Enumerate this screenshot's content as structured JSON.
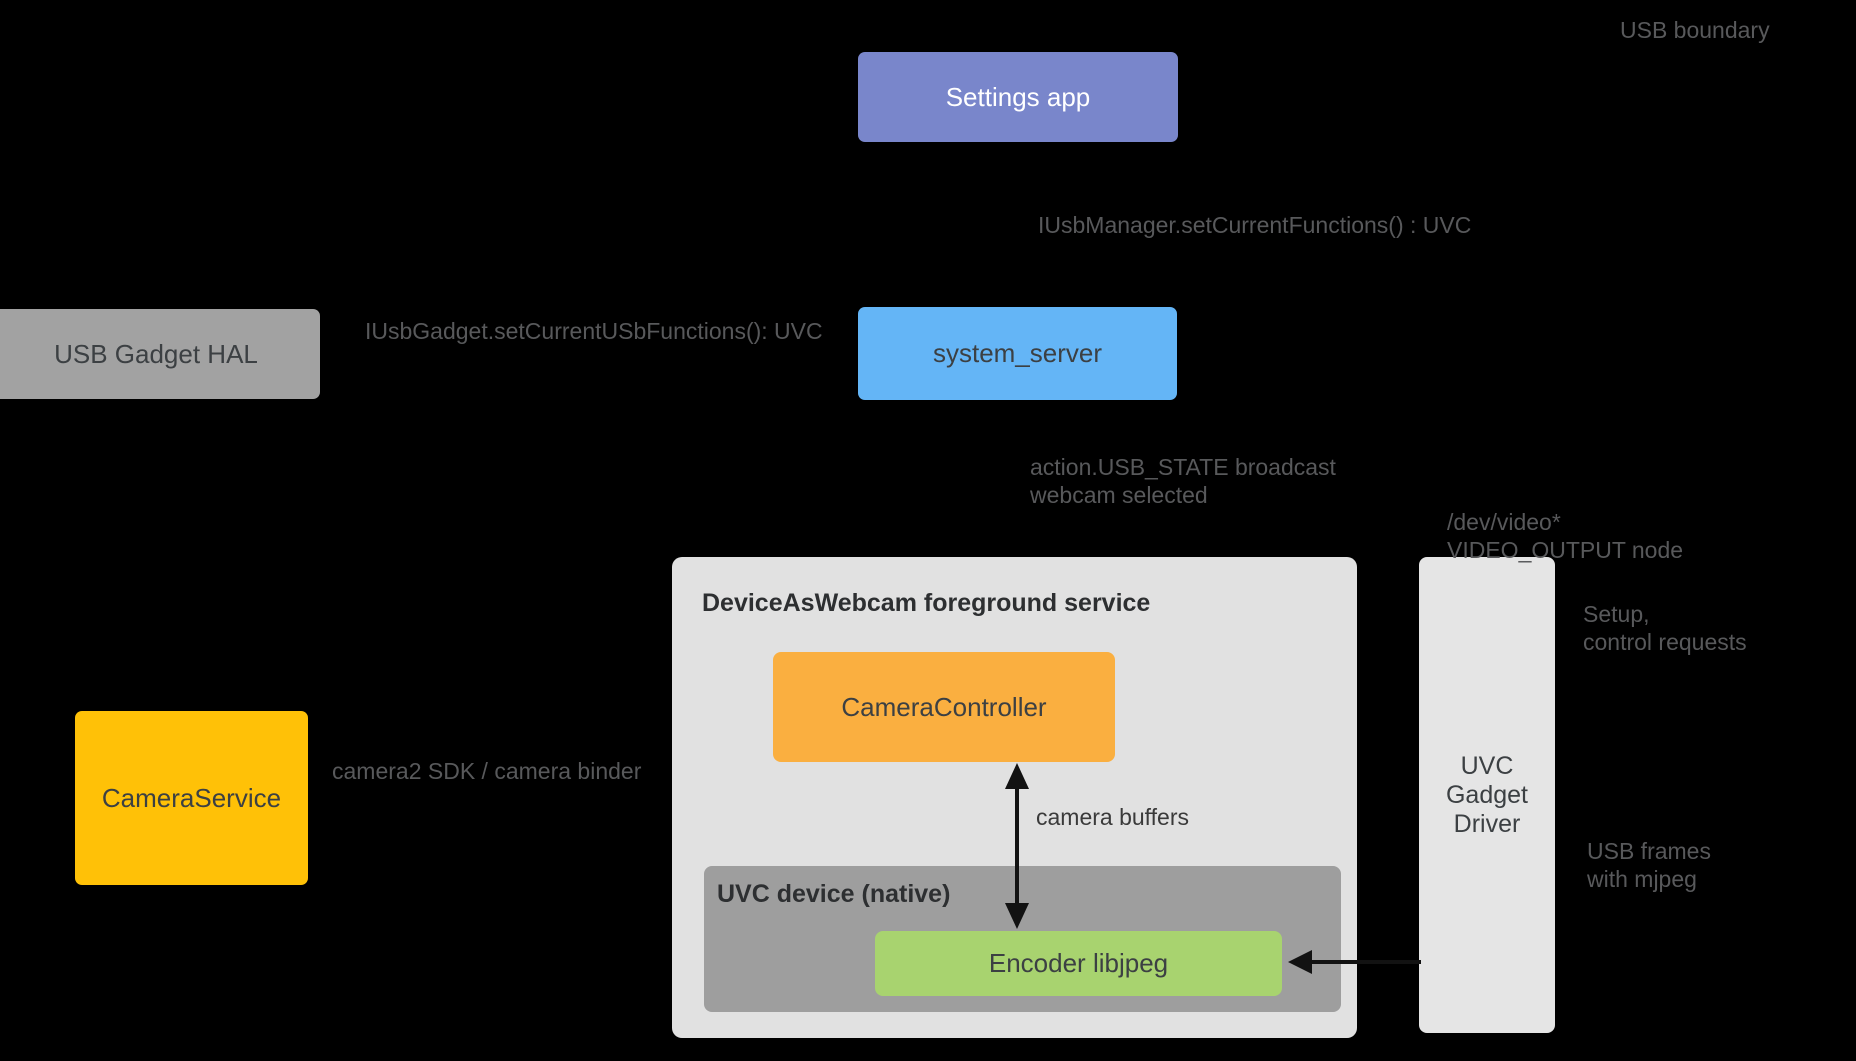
{
  "diagram": {
    "title_hint": "DeviceAsWebcam architecture diagram",
    "background_color": "#000000",
    "nodes": {
      "settings_app": {
        "label": "Settings app",
        "color": "#7986CB",
        "text_color": "#FFFFFF"
      },
      "system_server": {
        "label": "system_server",
        "color": "#64B5F6",
        "text_color": "#3C4043"
      },
      "usb_gadget_hal": {
        "label": "USB Gadget HAL",
        "color": "#A2A2A2",
        "text_color": "#3C4043"
      },
      "camera_service": {
        "label": "CameraService",
        "color": "#FFC107",
        "text_color": "#3C4043"
      },
      "dawc_container": {
        "title": "DeviceAsWebcam foreground service",
        "color": "#E1E1E1",
        "text_color": "#2D2F31"
      },
      "camera_controller": {
        "label": "CameraController",
        "color": "#FAAF40",
        "text_color": "#3C4043"
      },
      "uvc_device_native": {
        "title": "UVC device (native)",
        "color": "#9E9E9E",
        "text_color": "#2D2F31"
      },
      "encoder_libjpeg": {
        "label": "Encoder libjpeg",
        "color": "#A8D36F",
        "text_color": "#3C4043"
      },
      "uvc_gadget_driver": {
        "line1": "UVC",
        "line2": "Gadget",
        "line3": "Driver",
        "color": "#E5E5E5",
        "text_color": "#3C4043"
      }
    },
    "annotations": {
      "usb_boundary": {
        "text": "USB boundary"
      },
      "iusbmanager": {
        "text": "IUsbManager.setCurrentFunctions() : UVC"
      },
      "iusbgadget": {
        "text": "IUsbGadget.setCurrentUSbFunctions(): UVC"
      },
      "action_usb_state": {
        "line1": "action.USB_STATE broadcast",
        "line2": "webcam selected"
      },
      "dev_video": {
        "line1": "/dev/video*",
        "line2": "VIDEO_OUTPUT node"
      },
      "camera_buffers": {
        "text": "camera buffers"
      },
      "camera2_sdk": {
        "text": "camera2 SDK / camera binder"
      },
      "setup_control": {
        "line1": "Setup,",
        "line2": "control requests"
      },
      "usb_frames": {
        "line1": "USB frames",
        "line2": "with mjpeg"
      }
    },
    "arrows": {
      "camera_buffers_arrow": "double-headed vertical between CameraController and Encoder libjpeg",
      "usb_frames_arrow": "left-pointing from UVC Gadget Driver into Encoder libjpeg",
      "connector_color": "#121212"
    }
  }
}
